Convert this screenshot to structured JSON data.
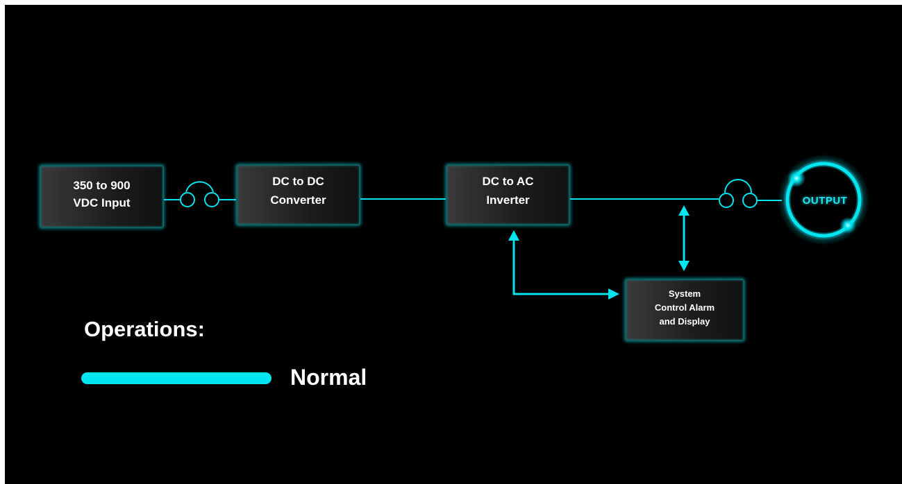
{
  "diagram": {
    "blocks": {
      "input": "350  to 900\nVDC   Input",
      "dc_dc": "DC to DC\nConverter",
      "inverter": "DC to   AC\nInverter",
      "control": "System\nControl Alarm\nand Display"
    },
    "output_label": "OUTPUT"
  },
  "legend": {
    "title": "Operations:",
    "items": [
      {
        "label": "Normal",
        "color": "#00e5f0"
      }
    ]
  },
  "colors": {
    "background": "#000000",
    "accent": "#00e5f0",
    "text": "#ffffff"
  }
}
